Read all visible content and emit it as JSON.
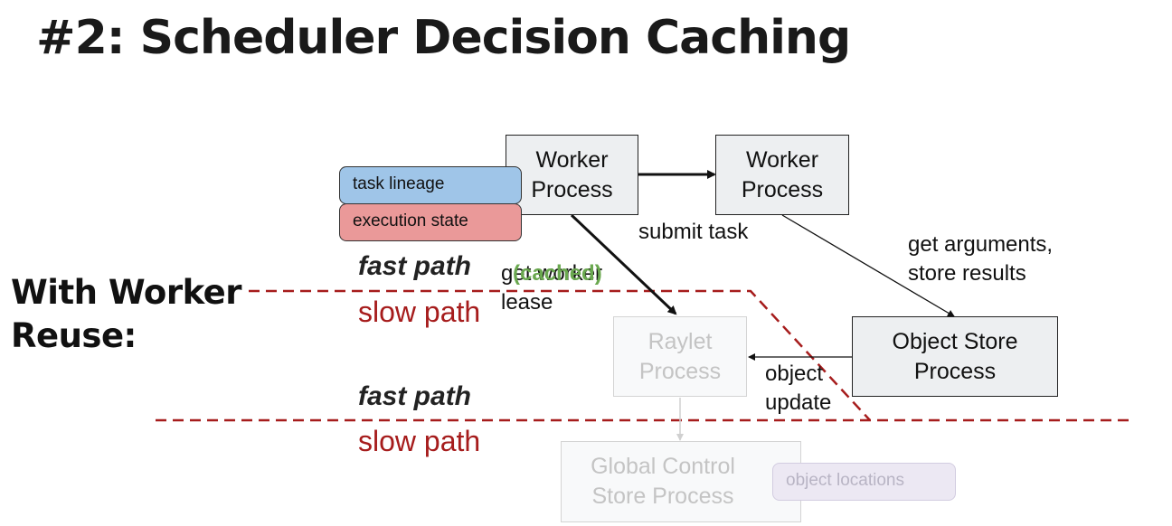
{
  "title": "#2: Scheduler Decision Caching",
  "side_label": {
    "line1": "With Worker",
    "line2": "Reuse:"
  },
  "nodes": {
    "worker1": {
      "line1": "Worker",
      "line2": "Process"
    },
    "worker2": {
      "line1": "Worker",
      "line2": "Process"
    },
    "object_store": {
      "line1": "Object Store",
      "line2": "Process"
    },
    "raylet": {
      "line1": "Raylet",
      "line2": "Process"
    },
    "gcs": {
      "line1": "Global Control",
      "line2": "Store Process"
    }
  },
  "tags": {
    "task_lineage": "task lineage",
    "execution_state": "execution state",
    "object_locations": "object locations"
  },
  "edges": {
    "submit_task": "submit task",
    "get_arguments": {
      "line1": "get arguments,",
      "line2": "store results"
    },
    "get_worker_lease": {
      "line1": "get worker",
      "line2": "lease"
    },
    "cached": "(cached)",
    "object_update": {
      "line1": "object",
      "line2": "update"
    }
  },
  "paths": {
    "fast": "fast path",
    "slow": "slow path"
  },
  "colors": {
    "task_lineage": "#9fc5e8",
    "execution_state": "#ea9999",
    "object_locations": "#ece8f3",
    "boundary": "#a61c1c",
    "cached": "#6aa84f"
  }
}
